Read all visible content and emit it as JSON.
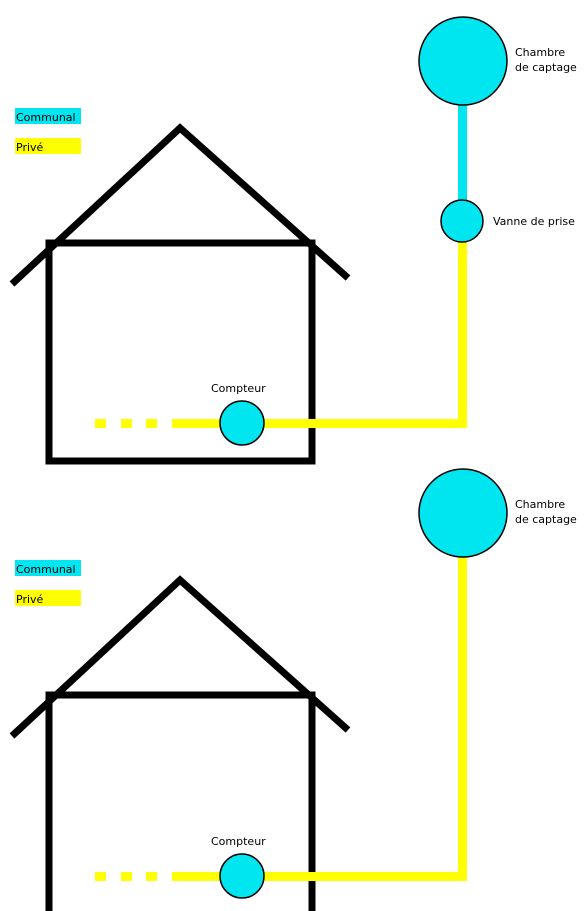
{
  "colors": {
    "communal": "#00e6f0",
    "prive": "#ffff00",
    "outline": "#000000",
    "background": "#ffffff"
  },
  "diagram_top": {
    "legend": {
      "communal": "Communal",
      "prive": "Privé"
    },
    "labels": {
      "chambre_line1": "Chambre",
      "chambre_line2": "de captage",
      "vanne": "Vanne de prise",
      "compteur": "Compteur"
    }
  },
  "diagram_bottom": {
    "legend": {
      "communal": "Communal",
      "prive": "Privé"
    },
    "labels": {
      "chambre_line1": "Chambre",
      "chambre_line2": "de captage",
      "compteur": "Compteur"
    }
  }
}
